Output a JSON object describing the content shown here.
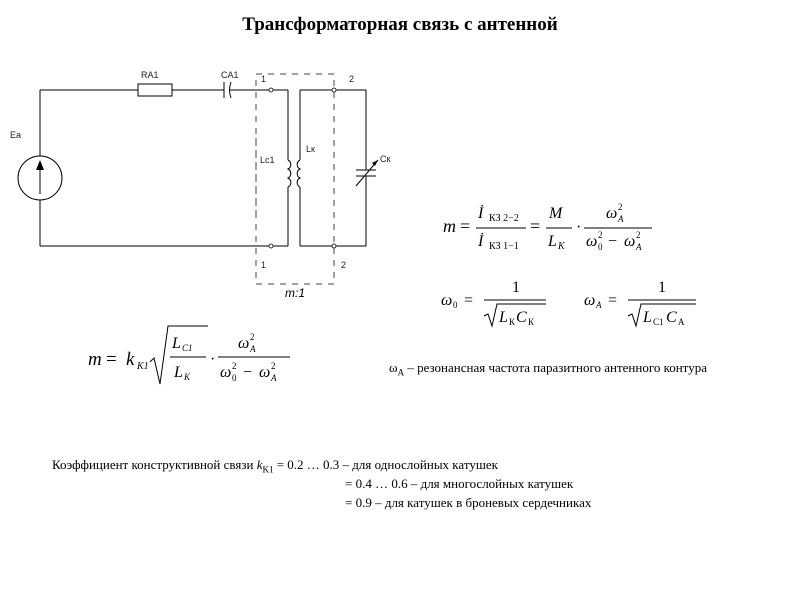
{
  "title": "Трансформаторная связь с антенной",
  "circuit": {
    "ea": "Ea",
    "ra1": "RA1",
    "ca1": "CA1",
    "lc1": "Lc1",
    "lk": "Lк",
    "ck": "Cк",
    "t1": "1",
    "t2": "2",
    "b1": "1",
    "b2": "2",
    "ratio": "m:1"
  },
  "omega_note": "ω",
  "omega_note_sub": "A",
  "omega_note_text": " – резонансная частота паразитного антенного контура",
  "coef": {
    "label": "Коэффициент конструктивной связи",
    "k": "k",
    "k_sub": "K1",
    "line1": "= 0.2 … 0.3 – для однослойных катушек",
    "line2": "= 0.4 … 0.6 – для многослойных катушек",
    "line3": "= 0.9 – для катушек в броневых сердечниках"
  }
}
